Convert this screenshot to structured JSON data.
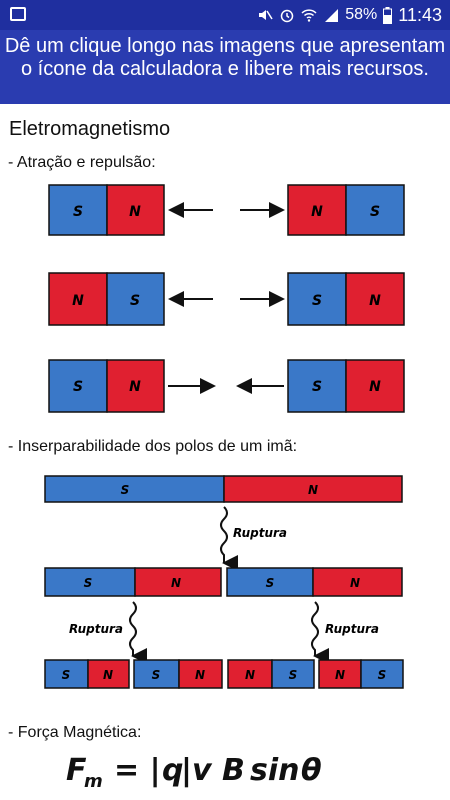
{
  "status_bar": {
    "battery_percent": "58%",
    "time": "11:43",
    "icons": [
      "image-icon",
      "mute-icon",
      "alarm-icon",
      "wifi-icon",
      "signal-icon",
      "battery-icon"
    ]
  },
  "banner": {
    "text": "Dê um clique longo nas imagens que apresentam o ícone da calculadora e libere mais recursos."
  },
  "section": {
    "title": "Eletromagnetismo",
    "sub1": "- Atração e repulsão:",
    "sub2": "- Inserparabilidade dos polos de um imã:",
    "sub3": "- Força Magnética:"
  },
  "labels": {
    "s": "S",
    "n": "N",
    "ruptura": "Ruptura"
  },
  "colors": {
    "status_bar": "#1f2f9f",
    "banner": "#2a3cb0",
    "magnet_red": "#e02030",
    "magnet_blue": "#3a78c8"
  }
}
